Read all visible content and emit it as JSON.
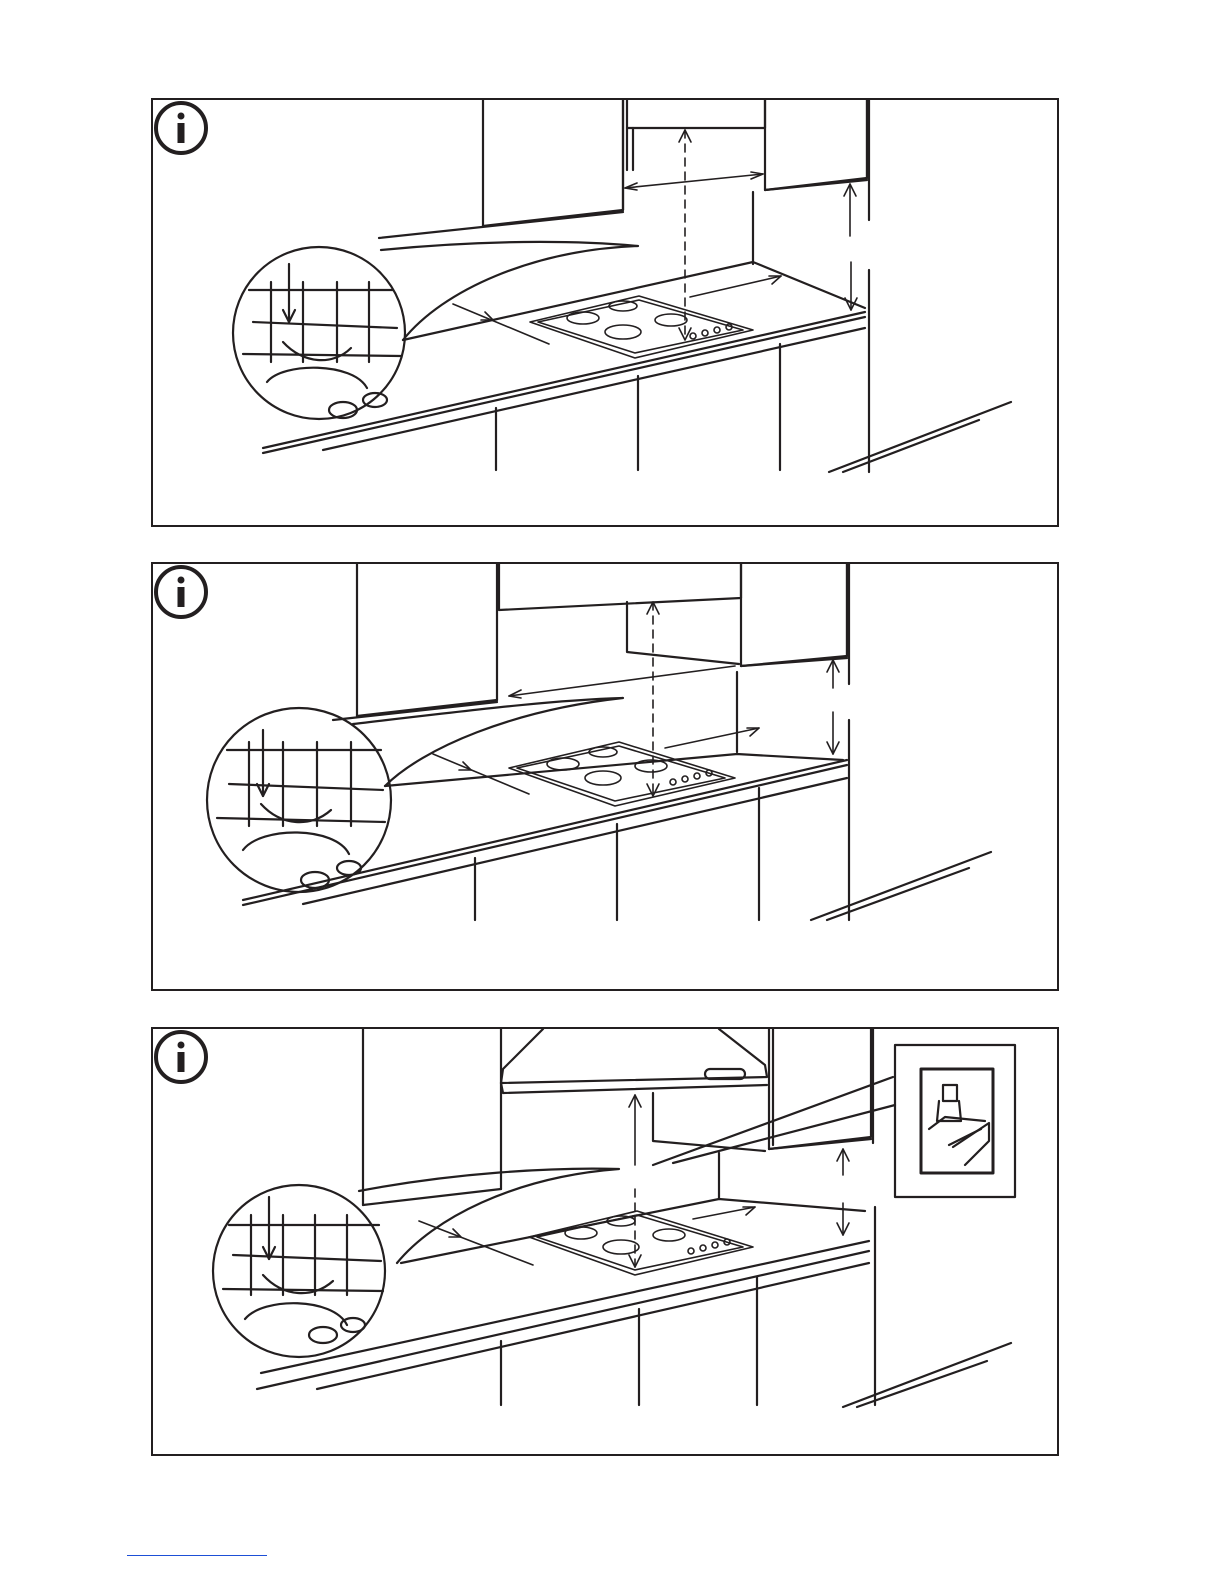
{
  "page": {
    "panels": [
      {
        "name": "panel-1",
        "variant": "wall-cabinets-flat-underside"
      },
      {
        "name": "panel-2",
        "variant": "wall-cabinets-deep-underside"
      },
      {
        "name": "panel-3",
        "variant": "chimney-hood-with-detail-inset"
      }
    ],
    "icons": {
      "info": "info-icon",
      "burner_detail": "magnifier-inset",
      "hood_bracket_detail": "bracket-detail-icon"
    },
    "colors": {
      "line": "#231f20",
      "background": "#ffffff",
      "footer_link": "#1d4fd6"
    }
  }
}
